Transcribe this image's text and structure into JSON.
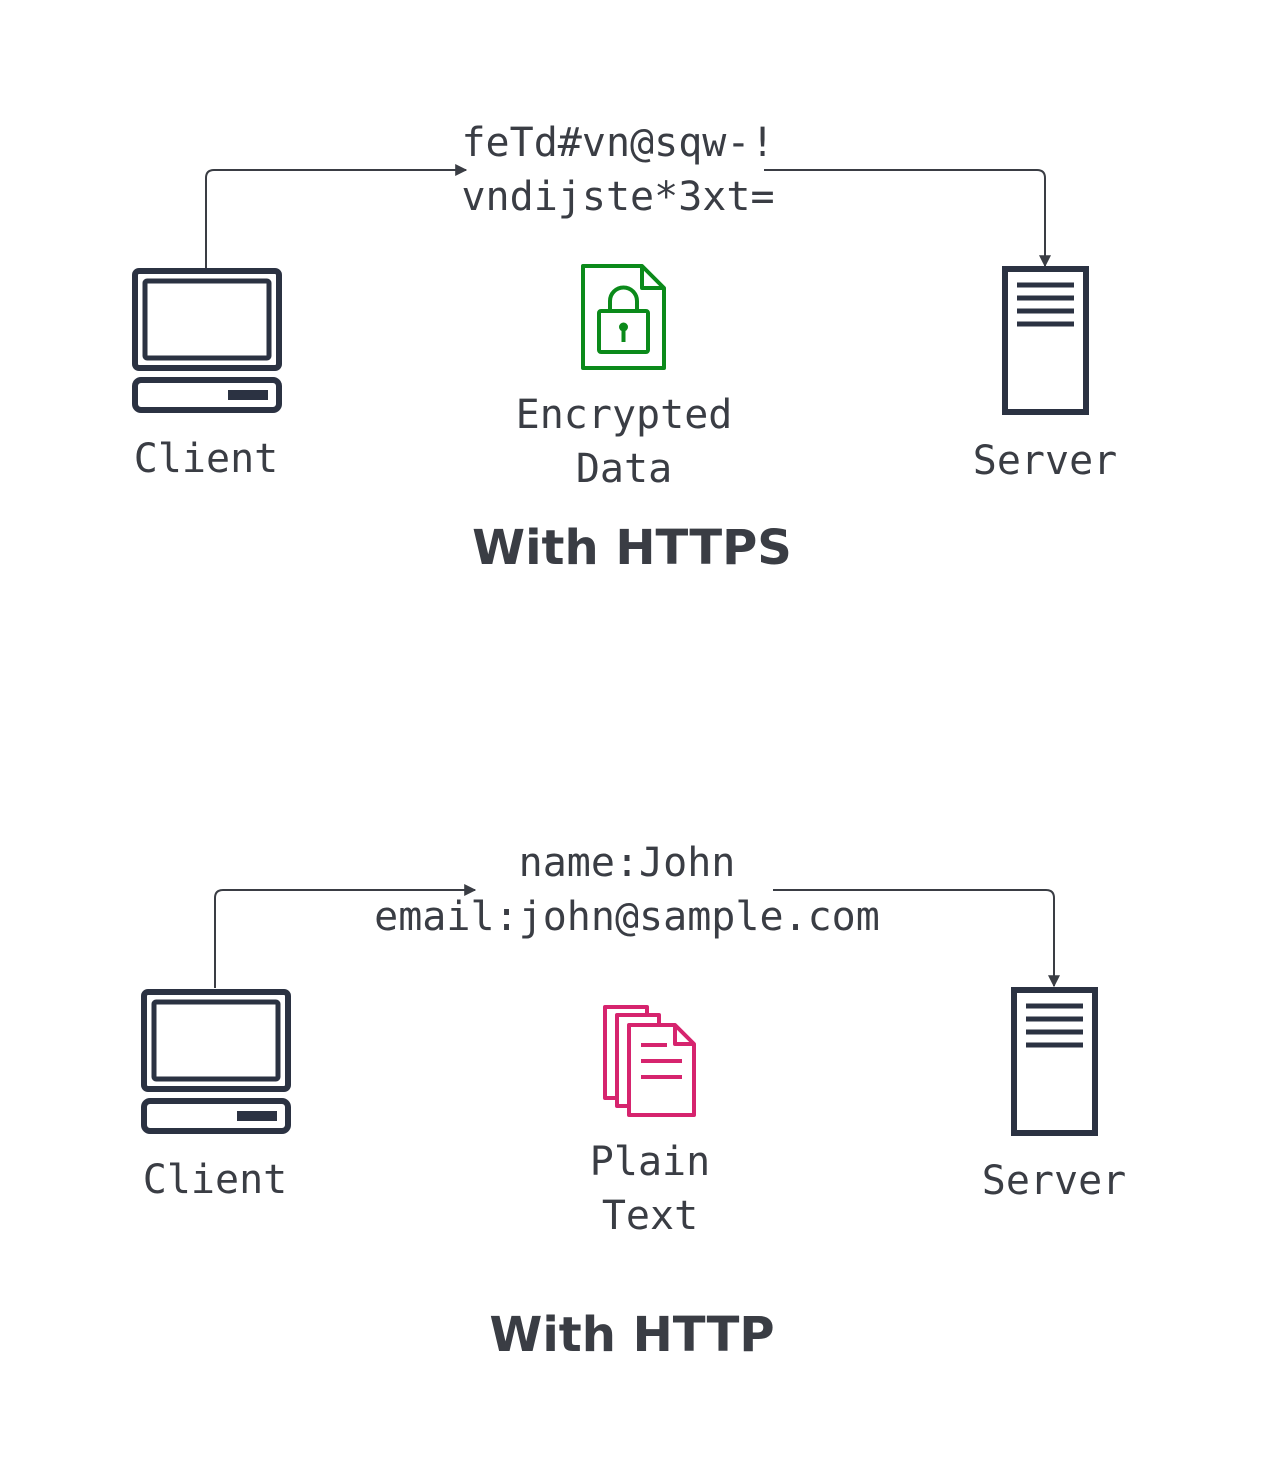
{
  "colors": {
    "ink": "#2b3242",
    "text": "#3a3d44",
    "connector": "#3a3d44",
    "encrypted_icon": "#0b8a1a",
    "plaintext_icon": "#d6246e"
  },
  "https": {
    "payload_line1": "feTd#vn@sqw-!",
    "payload_line2": "vndijste*3xt=",
    "client_label": "Client",
    "server_label": "Server",
    "data_label_line1": "Encrypted",
    "data_label_line2": "Data",
    "data_icon": "locked-file-icon",
    "title": "With HTTPS"
  },
  "http": {
    "payload_line1": "name:John",
    "payload_line2": "email:john@sample.com",
    "client_label": "Client",
    "server_label": "Server",
    "data_label_line1": "Plain",
    "data_label_line2": "Text",
    "data_icon": "documents-icon",
    "title": "With HTTP"
  }
}
